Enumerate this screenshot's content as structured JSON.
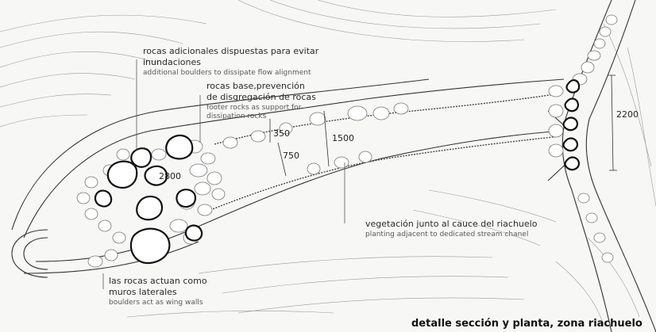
{
  "labels": {
    "extra_rocks_es_1": "rocas adicionales dispuestas para evitar",
    "extra_rocks_es_2": "inundaciones",
    "extra_rocks_en": "additional boulders to dissipate flow alignment",
    "base_rocks_es_1": "rocas base,prevención",
    "base_rocks_es_2": "de disgregación de rocas",
    "base_rocks_en_1": "footer rocks as support for",
    "base_rocks_en_2": "dissipation rocks",
    "vegetation_es": "vegetación junto al cauce del riachuelo",
    "vegetation_en": "planting adjacent to dedicated stream chanel",
    "wing_walls_es_1": "las rocas actuan como",
    "wing_walls_es_2": "muros laterales",
    "wing_walls_en": "boulders act as wing walls"
  },
  "dimensions": {
    "d350": "350",
    "d750": "750",
    "d1500": "1500",
    "d2800": "2800",
    "d2200": "2200"
  },
  "caption": "detalle sección y planta, zona riachuelo"
}
